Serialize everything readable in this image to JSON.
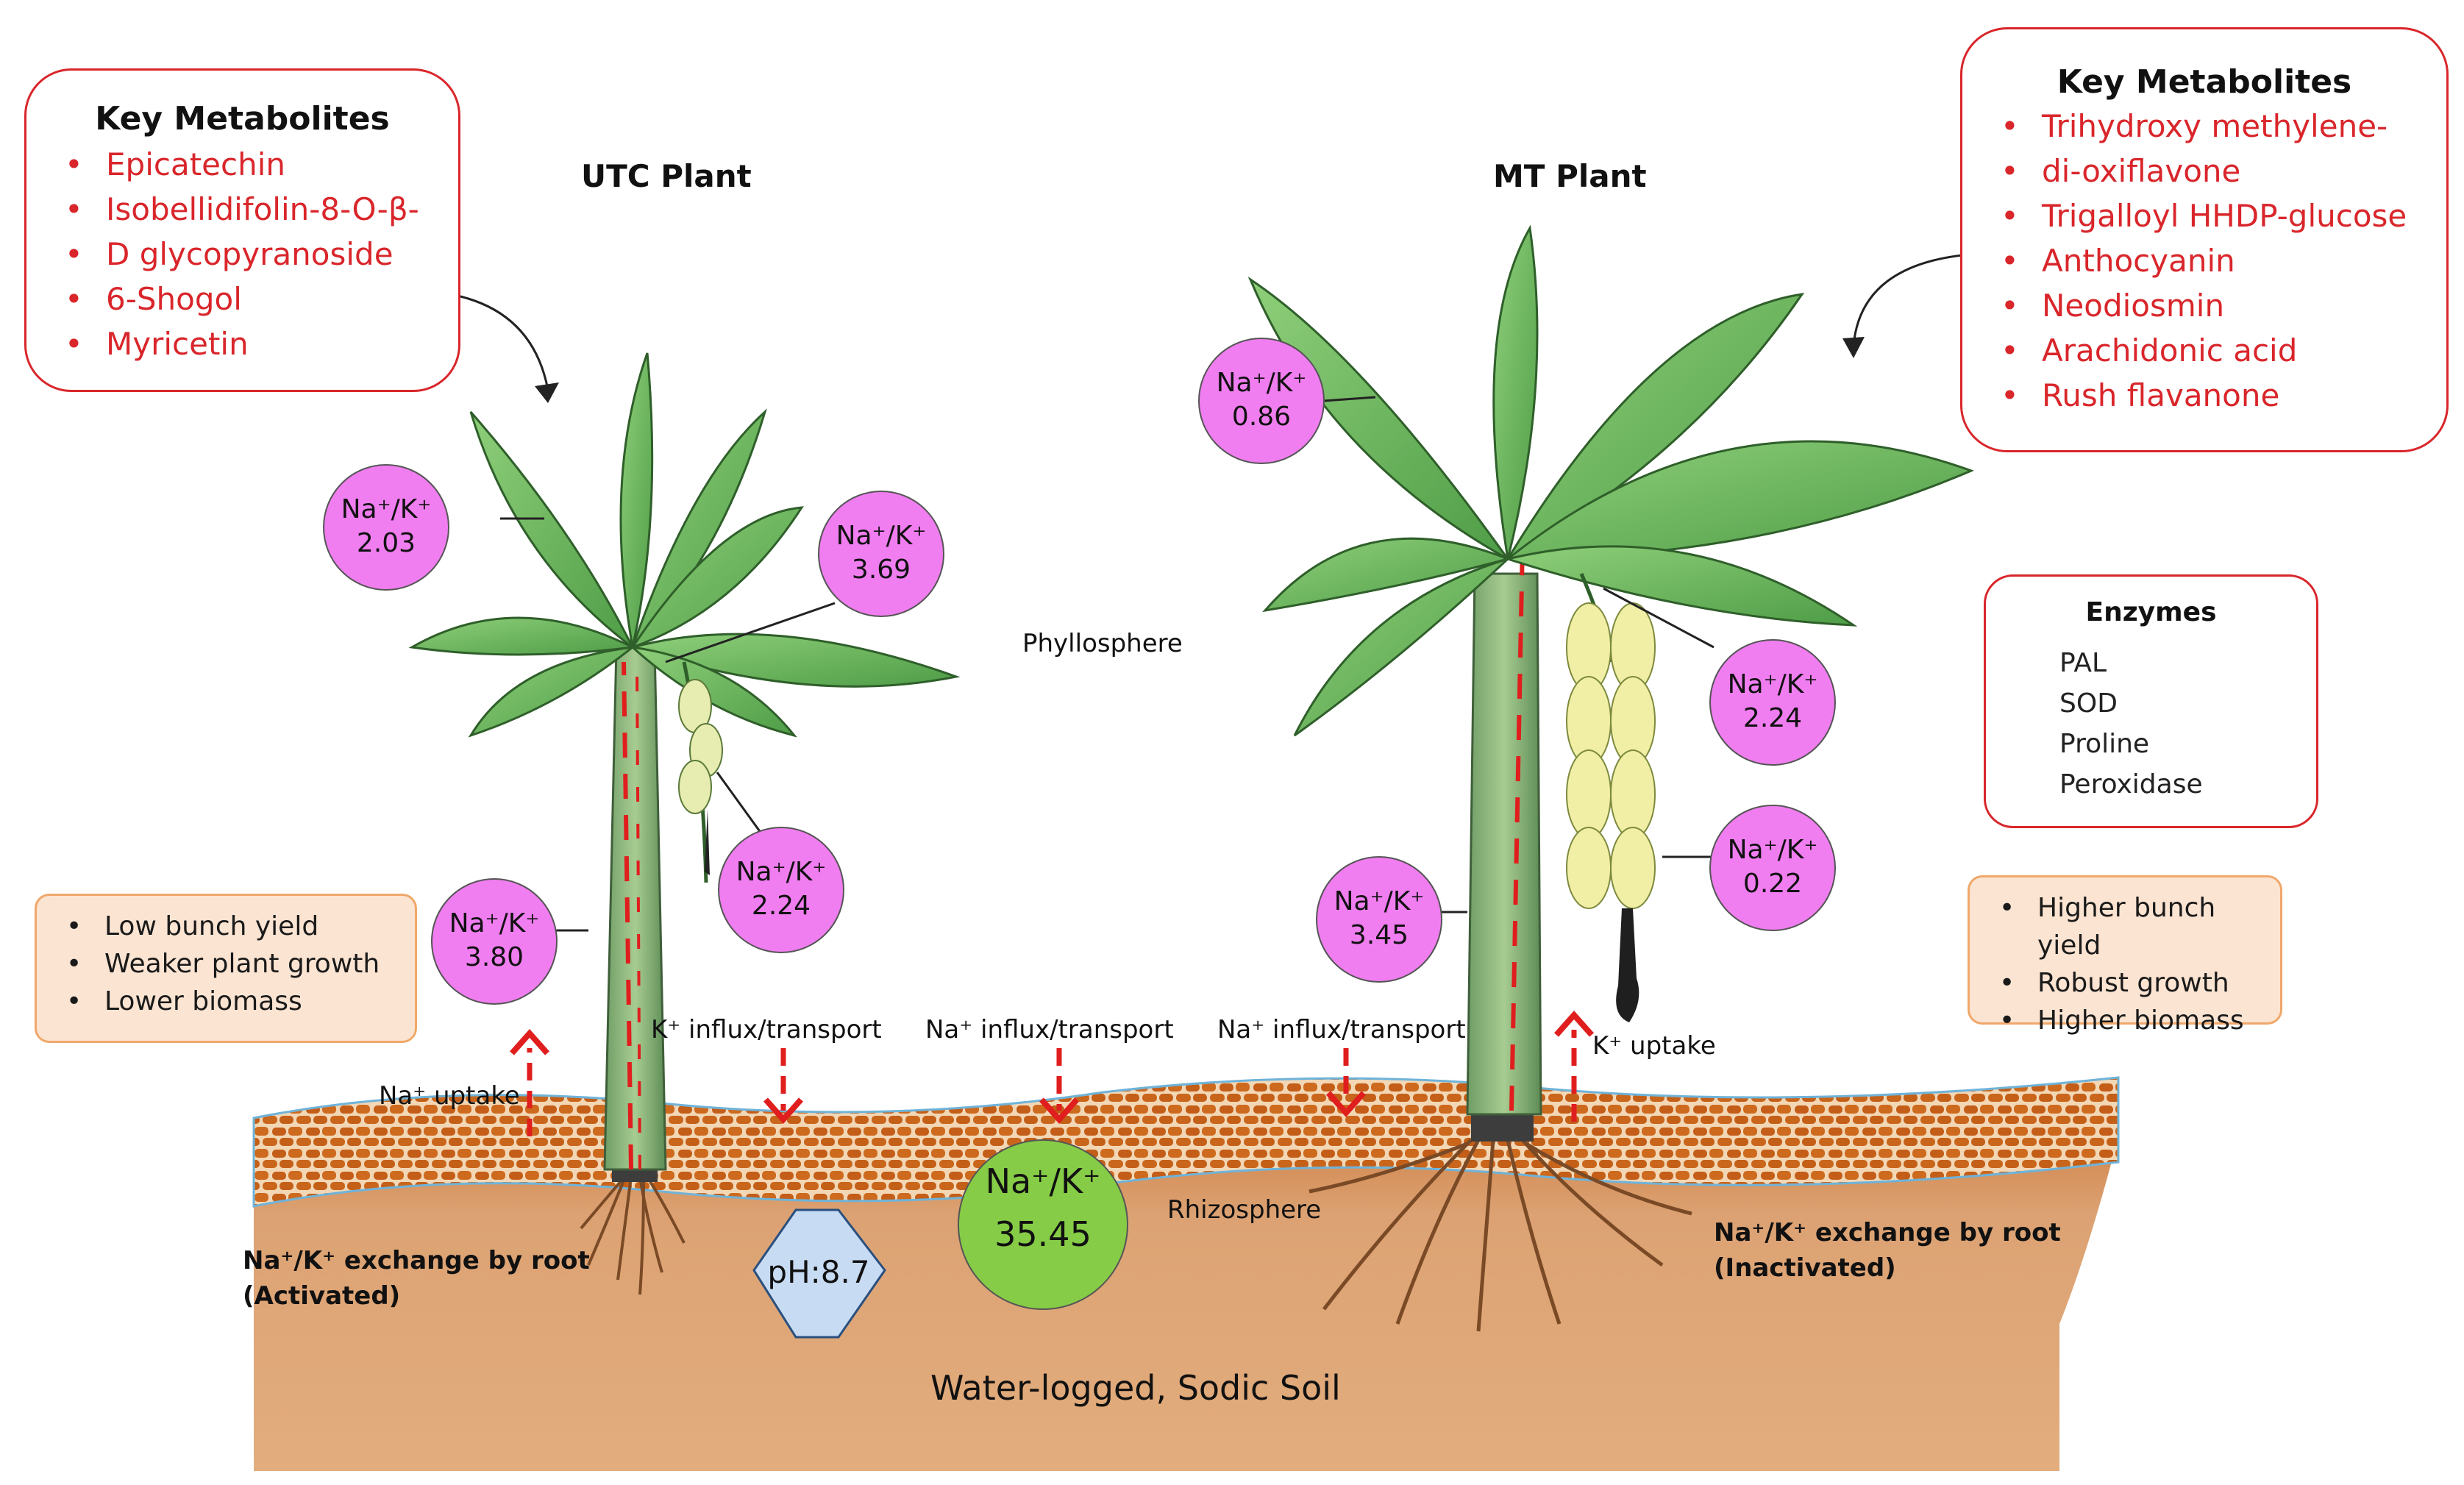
{
  "utc": {
    "title": "UTC Plant",
    "metabolites_title": "Key Metabolites",
    "metabolites": [
      "Epicatechin",
      "Isobellidifolin-8-O-β-",
      "D glycopyranoside",
      "6-Shogol",
      "Myricetin"
    ],
    "outcomes": [
      "Low bunch yield",
      "Weaker plant growth",
      "Lower biomass"
    ],
    "ratios": {
      "label": "Na⁺/K⁺",
      "leaf": "2.03",
      "upper": "3.69",
      "bunch": "2.24",
      "stem": "3.80"
    },
    "root_exchange": [
      "Na⁺/K⁺ exchange by root",
      "(Activated)"
    ]
  },
  "mt": {
    "title": "MT Plant",
    "metabolites_title": "Key Metabolites",
    "metabolites": [
      "Trihydroxy methylene-",
      "di-oxiflavone",
      "Trigalloyl HHDP-glucose",
      "Anthocyanin",
      "Neodiosmin",
      "Arachidonic acid",
      "Rush flavanone"
    ],
    "enzymes_title": "Enzymes",
    "enzymes": [
      "PAL",
      "SOD",
      "Proline",
      "Peroxidase"
    ],
    "outcomes": [
      "Higher bunch yield",
      "Robust growth",
      "Higher biomass"
    ],
    "ratios": {
      "label": "Na⁺/K⁺",
      "leaf": "0.86",
      "bunch": "2.24",
      "bunch_low": "0.22",
      "stem": "3.45"
    },
    "root_exchange": [
      "Na⁺/K⁺ exchange by root",
      "(Inactivated)"
    ]
  },
  "flows": {
    "na_uptake": "Na⁺ uptake",
    "k_influx": "K⁺ influx/transport",
    "na_influx_center": "Na⁺ influx/transport",
    "na_influx_right": "Na⁺ influx/transport",
    "k_uptake": "K⁺ uptake"
  },
  "soil": {
    "phyllosphere": "Phyllosphere",
    "rhizosphere": "Rhizosphere",
    "ph": "pH:8.7",
    "ratio_label": "Na⁺/K⁺",
    "ratio_value": "35.45",
    "caption": "Water-logged, Sodic Soil"
  },
  "colors": {
    "accent_red": "#d9262b",
    "ratio_circle": "#f07ef0",
    "soil_ratio_circle": "#86cc46",
    "ph_hex": "#c7dbf3",
    "enzyme_arrow": "#1aa85a",
    "outcome_fill": "#fce4d2"
  }
}
